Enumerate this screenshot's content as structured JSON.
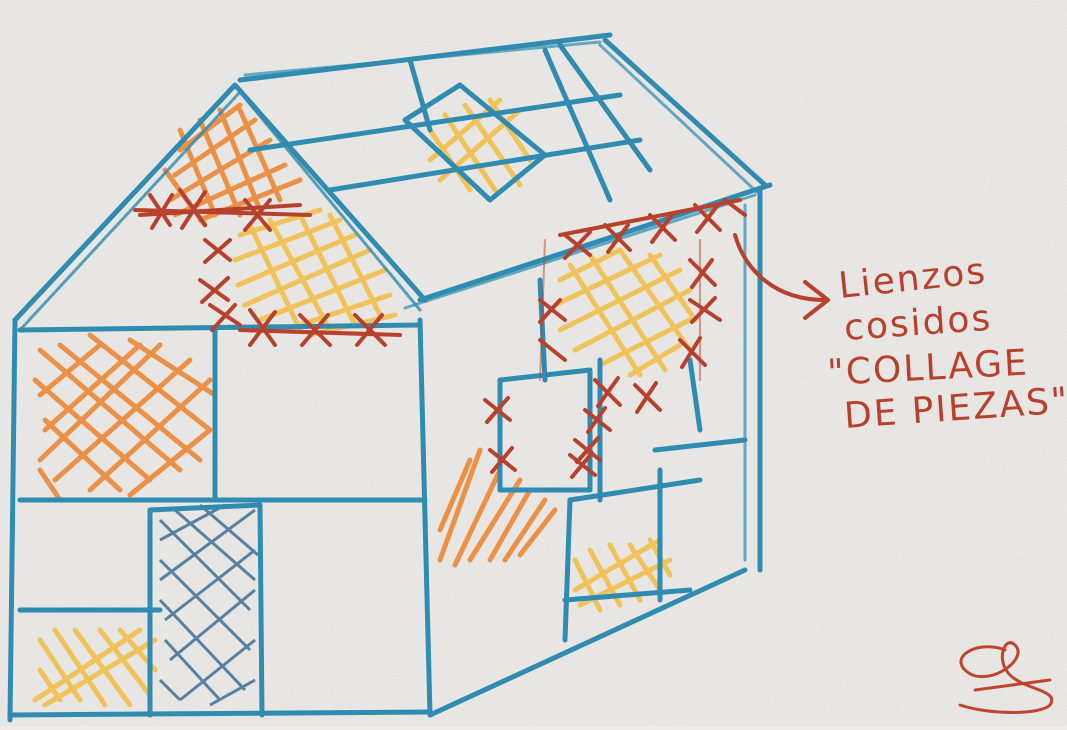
{
  "annotation": {
    "lines": [
      "Lienzos",
      "cosidos",
      "\"COLLAGE",
      "DE PIEZAS\""
    ]
  },
  "colors": {
    "paper": "#ecebe8",
    "outline": "#2f8bb0",
    "orange": "#ec8a3a",
    "yellow": "#f1c04e",
    "stitch_red": "#b8412e",
    "navy": "#3d6f95"
  },
  "icons": [
    "house-sketch-icon",
    "arrow-icon",
    "signature-icon"
  ]
}
